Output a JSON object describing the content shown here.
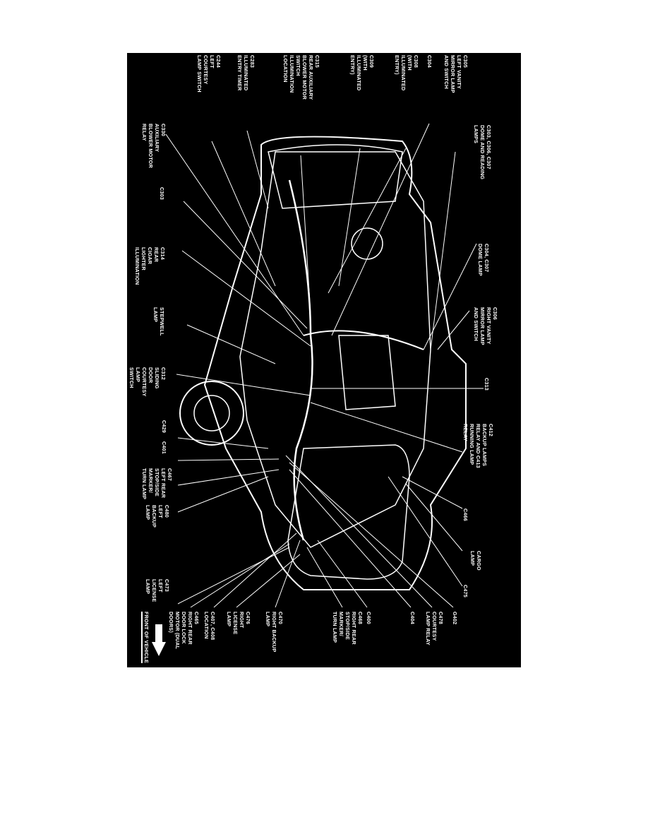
{
  "diagram": {
    "labels": {
      "c305": "C305\nLEFT VANITY\nMIRROR LAMP\nAND SWITCH",
      "c304": "C304",
      "c308": "C308\n(WITH\nILLUMINATED\nENTRY)",
      "c309": "C309\n(WITH\nILLUMINATED\nENTRY)",
      "c315": "C315\nREAR AUXILIARY\nBLOWER MOTOR\nSWITCH\nILLUMINATION\nLOCATION",
      "c283": "C283\nILLUMINATED\nENTRY TIMER",
      "c244": "C244\nLEFT\nCOURTESY\nLAMP SWITCH",
      "c330": "C330\nAUXILIARY\nBLOWER MOTOR\nRELAY",
      "c303_306_307": "C303, C306, C307\nDOME AND READING\nLAMPS",
      "c303": "C303",
      "c314": "C314\nREAR\nCIGAR\nLIGHTER\nILLUMINATION",
      "c304_c307": "C304, C307\nDOME LAMP",
      "c306": "C306\nRIGHT VANITY\nMIRROR LAMP\nAND SWITCH",
      "stepwell": "STEPWELL\nLAMP",
      "c312": "C312\nSLIDING\nDOOR\nCOURTESY\nLAMP\nSWITCH",
      "c313": "C313",
      "c412": "C412\nBACKUP LAMPS\nRELAY AND C413\nRUNNING LAMP\nRELAY",
      "c429": "C429",
      "c401": "C401",
      "c467": "C467\nLEFT REAR\nSTOP/SIDE\nMARKER/\nTURN LAMP",
      "c480": "C480\nLEFT\nBACKUP\nLAMP",
      "c466": "C466",
      "cargo": "CARGO\nLAMP",
      "c475": "C475",
      "c473": "C473\nLEFT\nLICENSE\nLAMP",
      "g402": "G402",
      "c478": "C478\nCOURTESY\nLAMP RELAY",
      "c404": "C404",
      "c400": "C400",
      "c468": "C468\nRIGHT REAR\nSTOP/SIDE\nMARKER/\nTURN LAMP",
      "c470": "C470\nRIGHT BACKUP\nLAMP",
      "c476": "C476\nRIGHT\nLICENSE\nLAMP",
      "c407": "C407, C408\nLOCATION",
      "c465": "C465\nRIGHT REAR\nDOOR LOCK\nMOTOR (DUAL\nDOORS)",
      "front": "FRONT OF VEHICLE"
    },
    "colors": {
      "background": "#000000",
      "ink": "#ffffff"
    }
  }
}
